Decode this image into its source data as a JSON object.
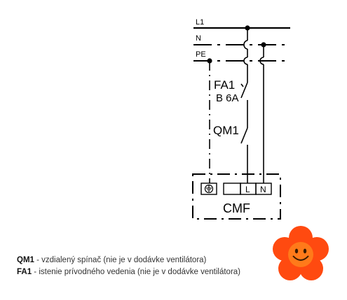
{
  "bus": {
    "l1": "L1",
    "n": "N",
    "pe": "PE"
  },
  "breaker": {
    "name": "FA1",
    "rating": "B 6A"
  },
  "switch": {
    "name": "QM1"
  },
  "device": {
    "name": "CMF",
    "terminal_l": "L",
    "terminal_n": "N",
    "ground_icon": "earth-ground-icon"
  },
  "legend": [
    {
      "key": "QM1",
      "text": " - vzdialený spínač (nie je v dodávke ventilátora)"
    },
    {
      "key": "FA1",
      "text": " - istenie prívodného vedenia (nie je v dodávke ventilátora)"
    }
  ],
  "decoration": {
    "icon": "smiling-flower-icon",
    "petal_color": "#ff4a10",
    "center_color": "#ff7a1a"
  }
}
